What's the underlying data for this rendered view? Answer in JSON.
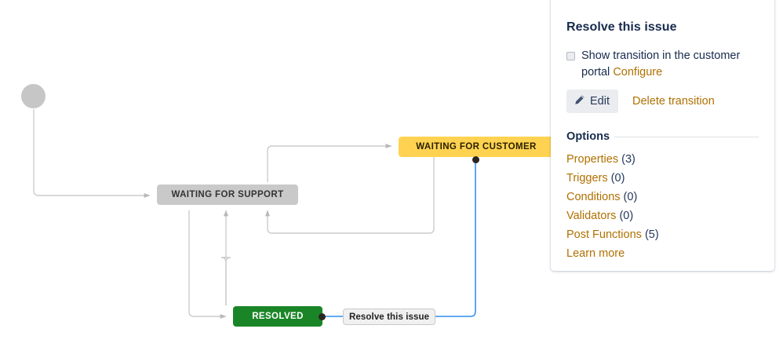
{
  "canvas": {
    "nodes": [
      {
        "id": "start",
        "type": "start-circle",
        "label": "",
        "color": "#c6c6c6"
      },
      {
        "id": "waiting-for-support",
        "label": "WAITING FOR SUPPORT",
        "color": "#c9c9c9",
        "text_color": "#333333"
      },
      {
        "id": "waiting-for-customer",
        "label": "WAITING FOR CUSTOMER",
        "color": "#ffd351",
        "text_color": "#2b2000"
      },
      {
        "id": "resolved",
        "label": "RESOLVED",
        "color": "#1a8527",
        "text_color": "#ffffff"
      }
    ],
    "edge_labels": [
      {
        "id": "resolve-this-issue",
        "label": "Resolve this issue"
      }
    ],
    "selected_edge_color": "#4b9ff0",
    "edge_color": "#cccccc"
  },
  "panel": {
    "title": "Resolve this issue",
    "checkbox": {
      "checked": false,
      "label": "Show transition in the customer portal",
      "configure_label": "Configure"
    },
    "edit_label": "Edit",
    "delete_label": "Delete transition",
    "options_title": "Options",
    "options": [
      {
        "label": "Properties",
        "count": "(3)"
      },
      {
        "label": "Triggers",
        "count": "(0)"
      },
      {
        "label": "Conditions",
        "count": "(0)"
      },
      {
        "label": "Validators",
        "count": "(0)"
      },
      {
        "label": "Post Functions",
        "count": "(5)"
      },
      {
        "label": "Learn more",
        "count": ""
      }
    ]
  }
}
